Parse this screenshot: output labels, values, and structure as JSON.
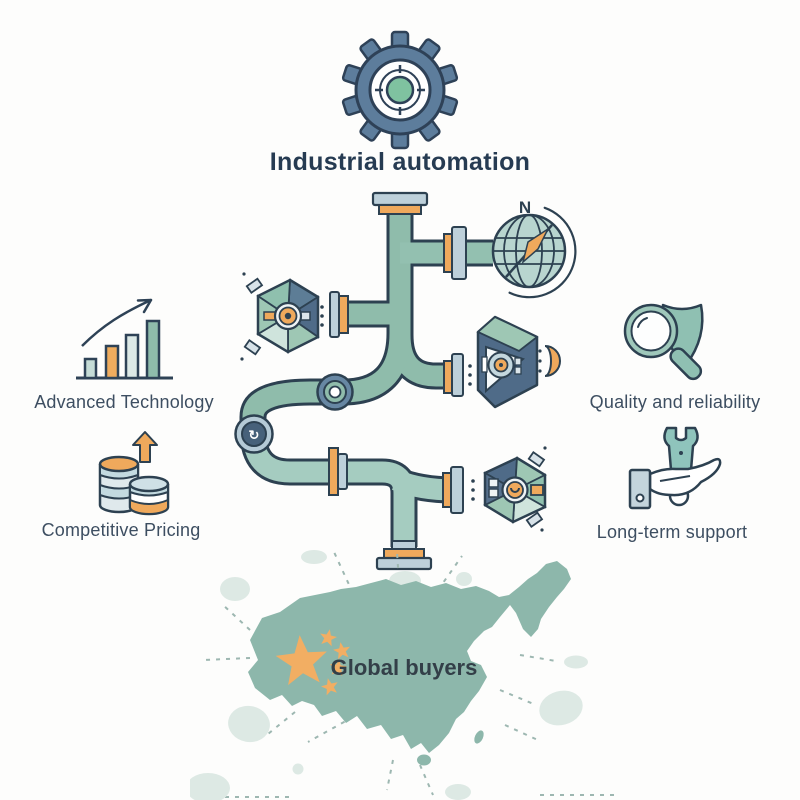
{
  "header": {
    "title": "Industrial automation"
  },
  "machine": {
    "compass_label": "N",
    "icons": [
      "gear-icon",
      "pipe-network",
      "compass-globe-icon",
      "hex-valve-left-icon",
      "prism-valve-icon",
      "hex-valve-bottom-icon",
      "pipe-flange",
      "rotate-joint"
    ]
  },
  "features": {
    "left": [
      {
        "icon": "growth-chart-icon",
        "label": "Advanced Technology"
      },
      {
        "icon": "coins-arrow-icon",
        "label": "Competitive Pricing"
      }
    ],
    "right": [
      {
        "icon": "magnifier-shield-icon",
        "label": "Quality and reliability"
      },
      {
        "icon": "wrench-hand-icon",
        "label": "Long-term support"
      }
    ]
  },
  "map": {
    "label": "Global buyers"
  },
  "colors": {
    "outline": "#2d4151",
    "pipe_green": "#8fbcab",
    "pipe_teal": "#a5ccc0",
    "accent_orange": "#efa95c",
    "steel_blue": "#5d7d9c",
    "flange_gray": "#bdd0da",
    "icon_teal": "#8fc0b2",
    "map_green": "#8db7ab",
    "pale_blob": "#dde9e4",
    "center_green": "#7fc2a0",
    "text_dark": "#2e4157"
  }
}
